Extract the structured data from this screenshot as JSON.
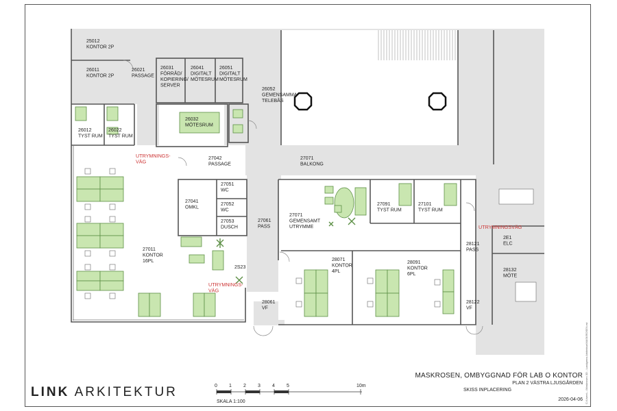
{
  "brand": {
    "bold": "LINK",
    "rest": "ARKITEKTUR"
  },
  "title_block": {
    "title": "MASKROSEN, OMBYGGNAD FÖR LAB O KONTOR",
    "subtitle": "PLAN 2 VÄSTRA LJUSGÅRDEN",
    "sheet": "SKISS INPLACERING",
    "date": "2026-04-06"
  },
  "scale": {
    "label": "SKALA 1:100",
    "ticks": [
      "0",
      "1",
      "2",
      "3",
      "4",
      "5",
      "10m"
    ]
  },
  "side_note": "C:\\Users\\...\\Maskrosen 3D - Lundgrens Arkitektur\\MASKROSEN.rvt",
  "rooms": [
    {
      "id": "r1",
      "lines": [
        "25012",
        "KONTOR 2P"
      ]
    },
    {
      "id": "r2",
      "lines": [
        "26011",
        "KONTOR 2P"
      ]
    },
    {
      "id": "r3",
      "lines": [
        "26021",
        "PASSAGE"
      ]
    },
    {
      "id": "r4",
      "lines": [
        "26031",
        "FÖRRÅD/",
        "KOPIERING/",
        "SERVER"
      ]
    },
    {
      "id": "r5",
      "lines": [
        "26041",
        "DIGITALT",
        "MÖTESRUM"
      ]
    },
    {
      "id": "r6",
      "lines": [
        "26051",
        "DIGITALT",
        "MÖTESRUM"
      ]
    },
    {
      "id": "r7",
      "lines": [
        "26052",
        "GEMENSAMMA",
        "TELEBÅS"
      ]
    },
    {
      "id": "r8",
      "lines": [
        "26012",
        "TYST RUM"
      ]
    },
    {
      "id": "r9",
      "lines": [
        "26022",
        "TYST RUM"
      ]
    },
    {
      "id": "r10",
      "lines": [
        "26032",
        "MÖTESRUM"
      ]
    },
    {
      "id": "r11",
      "lines": [
        "27042",
        "PASSAGE"
      ]
    },
    {
      "id": "r12",
      "lines": [
        "27071",
        "BALKONG"
      ]
    },
    {
      "id": "r13",
      "lines": [
        "27051",
        "WC"
      ]
    },
    {
      "id": "r14",
      "lines": [
        "27052",
        "WC"
      ]
    },
    {
      "id": "r15",
      "lines": [
        "27053",
        "DUSCH"
      ]
    },
    {
      "id": "r16",
      "lines": [
        "27041",
        "OMKL"
      ]
    },
    {
      "id": "r17",
      "lines": [
        "27061",
        "PASS"
      ]
    },
    {
      "id": "r18",
      "lines": [
        "27071",
        "GEMENSAMT",
        "UTRYMME"
      ]
    },
    {
      "id": "r19",
      "lines": [
        "27091",
        "TYST RUM"
      ]
    },
    {
      "id": "r20",
      "lines": [
        "27101",
        "TYST RUM"
      ]
    },
    {
      "id": "r21",
      "lines": [
        "27011",
        "KONTOR",
        "16PL"
      ]
    },
    {
      "id": "r22",
      "lines": [
        "28071",
        "KONTOR",
        "4PL"
      ]
    },
    {
      "id": "r23",
      "lines": [
        "28091",
        "KONTOR",
        "6PL"
      ]
    },
    {
      "id": "r24",
      "lines": [
        "28121",
        "PASS"
      ]
    },
    {
      "id": "r25",
      "lines": [
        "2E1",
        "ELC"
      ]
    },
    {
      "id": "r26",
      "lines": [
        "28132",
        "MÖTE"
      ]
    },
    {
      "id": "r27",
      "lines": [
        "2S23"
      ]
    },
    {
      "id": "r28",
      "lines": [
        "28061",
        "VF"
      ]
    },
    {
      "id": "r29",
      "lines": [
        "28122",
        "VF"
      ]
    }
  ],
  "exits": [
    {
      "id": "e1",
      "lines": [
        "UTRYMNINGS-",
        "VÄG"
      ]
    },
    {
      "id": "e2",
      "lines": [
        "UTRYMNINGS-",
        "VÄG"
      ]
    },
    {
      "id": "e3",
      "lines": [
        "UTRYMNINGSVÄG"
      ]
    }
  ],
  "colors": {
    "furniture": "#c9e6b0",
    "furniture_stroke": "#5c8f45",
    "grey": "#e3e3e3",
    "wall": "#555555",
    "exit": "#c33333"
  }
}
